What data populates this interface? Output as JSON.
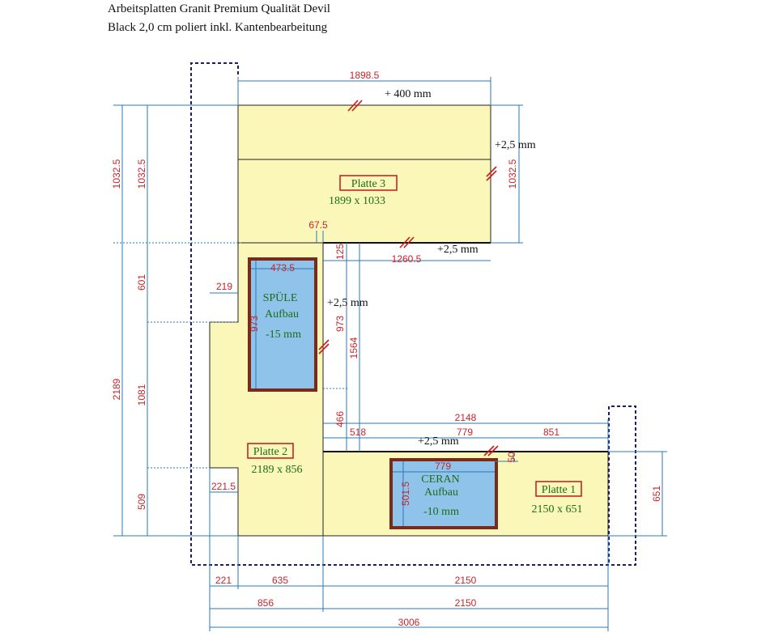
{
  "title": {
    "line1": "Arbeitsplatten Granit Premium Qualität Devil",
    "line2": "Black 2,0 cm poliert inkl. Kantenbearbeitung"
  },
  "plates": [
    {
      "label": "Platte 3",
      "size": "1899 x 1033"
    },
    {
      "label": "Platte 2",
      "size": "2189 x 856"
    },
    {
      "label": "Platte 1",
      "size": "2150 x 651"
    }
  ],
  "cutouts": {
    "spuele": {
      "line1": "SPÜLE",
      "line2": "Aufbau",
      "line3": "-15 mm"
    },
    "ceran": {
      "line1": "CERAN",
      "line2": "Aufbau",
      "line3": "-10 mm"
    }
  },
  "notes": {
    "plus400": "+ 400 mm",
    "plus25": "+2,5 mm"
  },
  "dims": {
    "d1898_5": "1898.5",
    "d1032_5": "1032.5",
    "d67_5": "67.5",
    "d125": "125",
    "d1260_5": "1260.5",
    "d473_5": "473.5",
    "d219": "219",
    "d601": "601",
    "d973": "973",
    "d1564": "1564",
    "d2189": "2189",
    "d1081": "1081",
    "d466": "466",
    "d518": "518",
    "d779": "779",
    "d2148": "2148",
    "d851": "851",
    "d50": "50",
    "d651": "651",
    "d501_5": "501.5",
    "d509": "509",
    "d221_5": "221.5",
    "d221": "221",
    "d635": "635",
    "d2150": "2150",
    "d856": "856",
    "d3006": "3006"
  }
}
